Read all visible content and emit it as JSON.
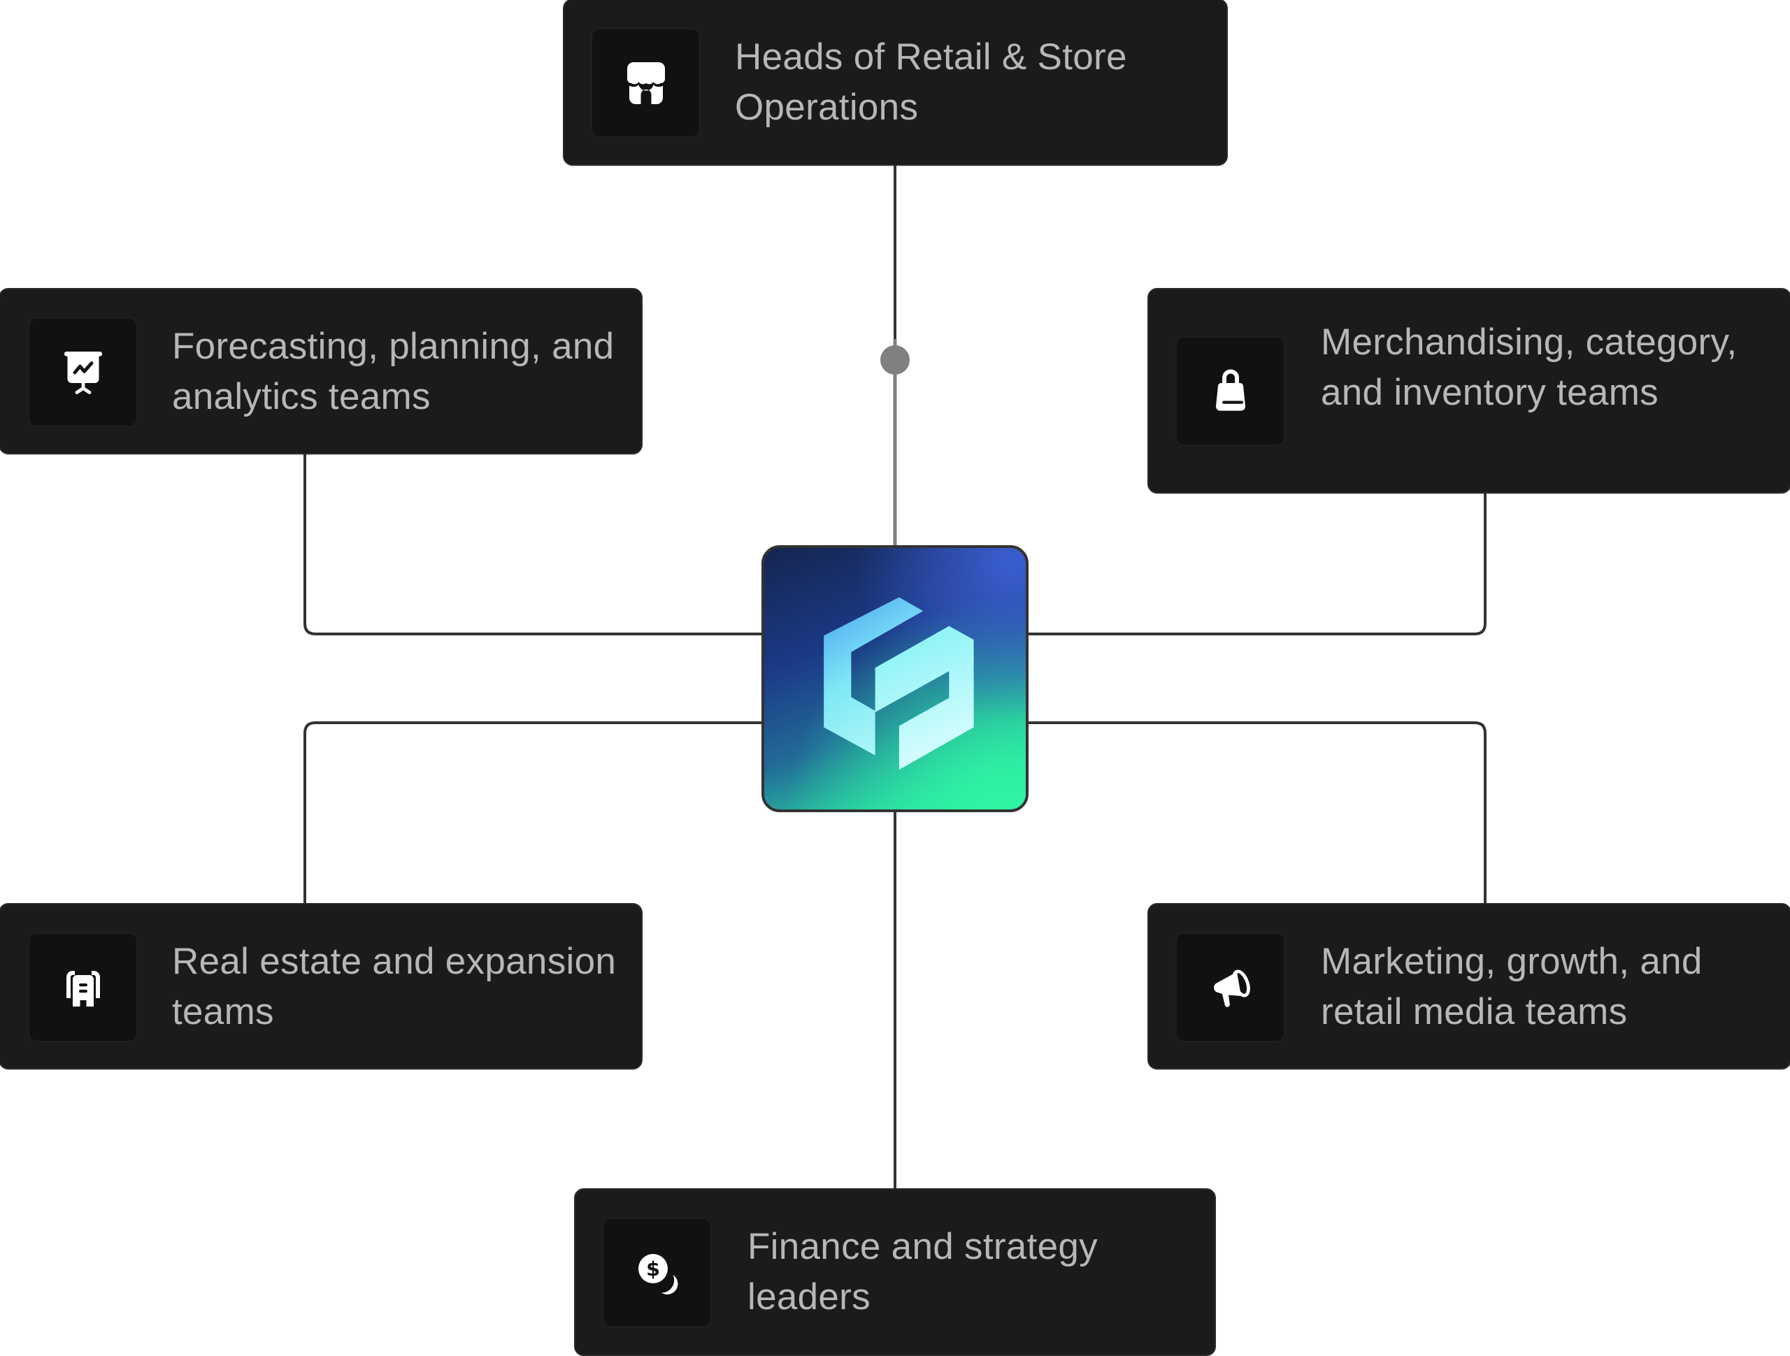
{
  "diagram": {
    "title": "Retail stakeholder map",
    "center": {
      "icon": "brand-logo-icon"
    },
    "colors": {
      "card_bg": "#1b1b1b",
      "tile_bg": "#111111",
      "text": "#b7b7b7",
      "connector": "#333333",
      "active_connector": "#808080"
    },
    "nodes": [
      {
        "id": "retail-ops",
        "icon": "storefront-icon",
        "label": "Heads of Retail & Store Operations"
      },
      {
        "id": "forecasting",
        "icon": "presentation-chart-icon",
        "label": "Forecasting, planning, and analytics teams"
      },
      {
        "id": "merchandising",
        "icon": "shopping-bag-icon",
        "label": "Merchandising, category, and inventory teams"
      },
      {
        "id": "real-estate",
        "icon": "buildings-icon",
        "label": "Real estate and expansion teams"
      },
      {
        "id": "marketing",
        "icon": "megaphone-icon",
        "label": "Marketing, growth, and retail media teams"
      },
      {
        "id": "finance",
        "icon": "coins-icon",
        "label": "Finance and strategy leaders"
      }
    ]
  }
}
